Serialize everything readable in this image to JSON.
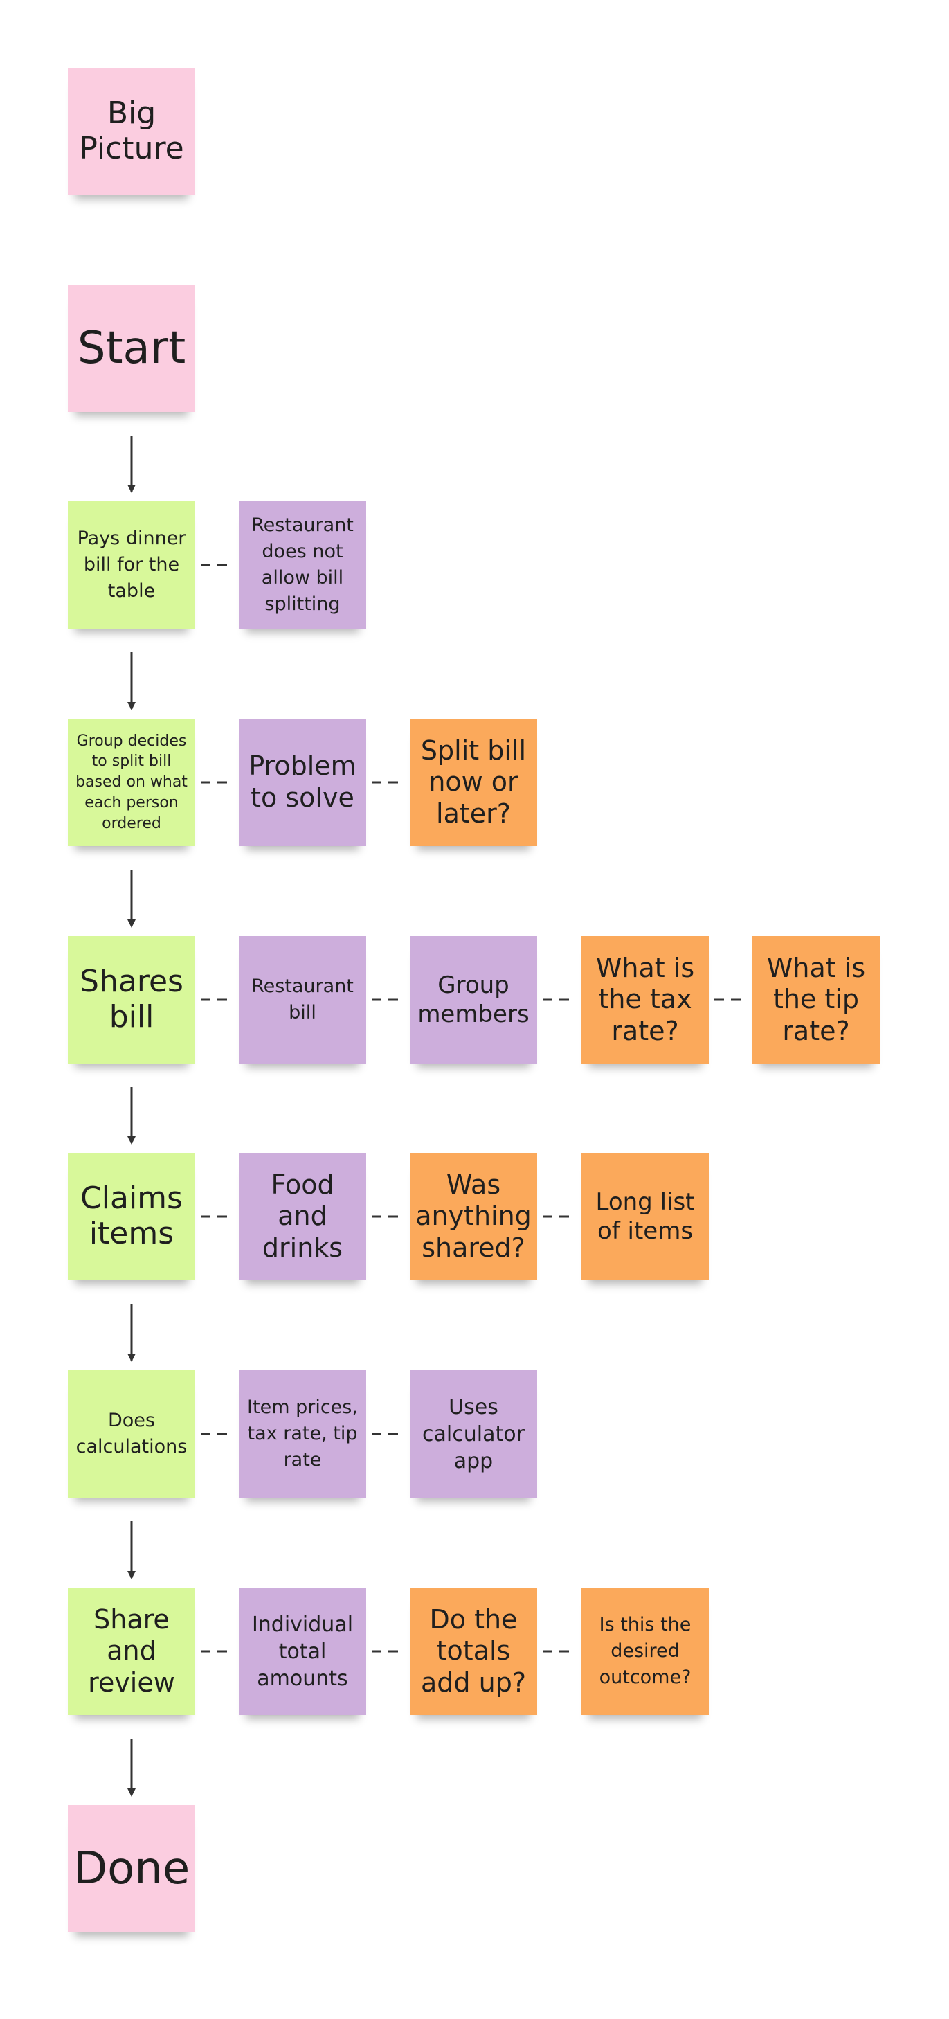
{
  "board": {
    "header": {
      "id": "big-picture",
      "text": "Big Picture",
      "color": "pink"
    },
    "steps": [
      {
        "id": "start",
        "text": "Start",
        "color": "pink",
        "related": []
      },
      {
        "id": "pays-dinner",
        "text": "Pays dinner bill for the table",
        "color": "green",
        "related": [
          {
            "text": "Restaurant does not allow bill splitting",
            "color": "purple"
          }
        ]
      },
      {
        "id": "group-decides",
        "text": "Group decides to split bill based on what each person ordered",
        "color": "green",
        "related": [
          {
            "text": "Problem to solve",
            "color": "purple"
          },
          {
            "text": "Split bill now or later?",
            "color": "orange"
          }
        ]
      },
      {
        "id": "shares-bill",
        "text": "Shares bill",
        "color": "green",
        "related": [
          {
            "text": "Restaurant bill",
            "color": "purple"
          },
          {
            "text": "Group members",
            "color": "purple"
          },
          {
            "text": "What is the tax rate?",
            "color": "orange"
          },
          {
            "text": "What is the tip rate?",
            "color": "orange"
          }
        ]
      },
      {
        "id": "claims-items",
        "text": "Claims items",
        "color": "green",
        "related": [
          {
            "text": "Food and drinks",
            "color": "purple"
          },
          {
            "text": "Was anything shared?",
            "color": "orange"
          },
          {
            "text": "Long list of items",
            "color": "orange"
          }
        ]
      },
      {
        "id": "does-calculations",
        "text": "Does calculations",
        "color": "green",
        "related": [
          {
            "text": "Item prices, tax rate, tip rate",
            "color": "purple"
          },
          {
            "text": "Uses calculator app",
            "color": "purple"
          }
        ]
      },
      {
        "id": "share-review",
        "text": "Share and review",
        "color": "green",
        "related": [
          {
            "text": "Individual total amounts",
            "color": "purple"
          },
          {
            "text": "Do the totals add up?",
            "color": "orange"
          },
          {
            "text": "Is this the desired outcome?",
            "color": "orange"
          }
        ]
      },
      {
        "id": "done",
        "text": "Done",
        "color": "pink",
        "related": []
      }
    ]
  },
  "colors": {
    "pink": "#fbcde0",
    "green": "#d8f89a",
    "purple": "#cdaedc",
    "orange": "#fba95b",
    "connector": "#333333"
  }
}
